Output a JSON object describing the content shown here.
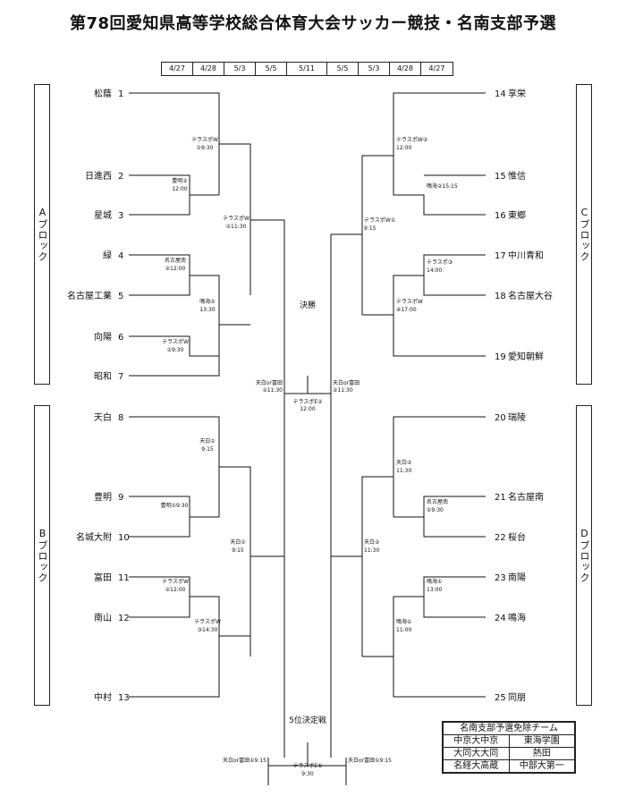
{
  "title": "第78回愛知県高等学校総合体育大会サッカー競技・名南支部予選",
  "dates": [
    "4/27",
    "4/28",
    "5/3",
    "5/5",
    "5/11",
    "5/5",
    "5/3",
    "4/28",
    "4/27"
  ],
  "blocks": {
    "A": "Aブロック",
    "B": "Bブロック",
    "C": "Cブロック",
    "D": "Dブロック"
  },
  "teams_left": [
    {
      "num": "1",
      "name": "松蔭"
    },
    {
      "num": "2",
      "name": "日進西"
    },
    {
      "num": "3",
      "name": "星城"
    },
    {
      "num": "4",
      "name": "緑"
    },
    {
      "num": "5",
      "name": "名古屋工業"
    },
    {
      "num": "6",
      "name": "向陽"
    },
    {
      "num": "7",
      "name": "昭和"
    },
    {
      "num": "8",
      "name": "天白"
    },
    {
      "num": "9",
      "name": "豊明"
    },
    {
      "num": "10",
      "name": "名城大附"
    },
    {
      "num": "11",
      "name": "富田"
    },
    {
      "num": "12",
      "name": "南山"
    },
    {
      "num": "13",
      "name": "中村"
    }
  ],
  "teams_right": [
    {
      "num": "14",
      "name": "享栄"
    },
    {
      "num": "15",
      "name": "惟信"
    },
    {
      "num": "16",
      "name": "東郷"
    },
    {
      "num": "17",
      "name": "中川青和"
    },
    {
      "num": "18",
      "name": "名古屋大谷"
    },
    {
      "num": "19",
      "name": "愛知朝鮮"
    },
    {
      "num": "20",
      "name": "瑞陵"
    },
    {
      "num": "21",
      "name": "名古屋南"
    },
    {
      "num": "22",
      "name": "桜台"
    },
    {
      "num": "23",
      "name": "南陽"
    },
    {
      "num": "24",
      "name": "鳴海"
    },
    {
      "num": "25",
      "name": "同朋"
    }
  ],
  "venues": {
    "l1a": "テラスポW",
    "l1b": "①9:30",
    "l2a": "豊明②",
    "l2b": "12:00",
    "l3a": "テラスポW",
    "l3b": "②11:30",
    "l4a": "名古屋南",
    "l4b": "②12:00",
    "l5a": "鳴海②",
    "l5b": "13:30",
    "l6a": "テラスポW",
    "l6b": "①9:30",
    "l7a": "天白①",
    "l7b": "9:15",
    "l8": "豊明①9:30",
    "l9a": "天白①",
    "l9b": "9:15",
    "l10a": "テラスポW",
    "l10b": "②12:00",
    "l11a": "テラスポW",
    "l11b": "③14:30",
    "r1a": "テラスポW②",
    "r1b": "12:00",
    "r2": "鳴海②15:15",
    "r3a": "テラスポW①",
    "r3b": "9:15",
    "r4a": "テラスポ③",
    "r4b": "14:00",
    "r5a": "テラスポW",
    "r5b": "④17:00",
    "r6a": "天白②",
    "r6b": "11:30",
    "r7a": "名古屋南",
    "r7b": "①9:30",
    "r8a": "天白②",
    "r8b": "11:30",
    "r9a": "鳴海①",
    "r9b": "13:00",
    "r10a": "鳴海①",
    "r10b": "11:00"
  },
  "final": {
    "label": "決勝",
    "left_a": "天白or富田",
    "left_b": "②11:30",
    "right_a": "天白or富田",
    "right_b": "②11:30",
    "venue_a": "テラスポE②",
    "venue_b": "12:00"
  },
  "fifth": {
    "label": "5位決定戦",
    "left": "天白or富田①9:15",
    "right": "天白or富田①9:15",
    "venue_a": "テラスポE①",
    "venue_b": "9:30"
  },
  "exempt": {
    "title": "名南支部予選免除チーム",
    "rows": [
      [
        "中京大中京",
        "東海学園"
      ],
      [
        "大同大大同",
        "熱田"
      ],
      [
        "名経大高蔵",
        "中部大第一"
      ]
    ]
  }
}
